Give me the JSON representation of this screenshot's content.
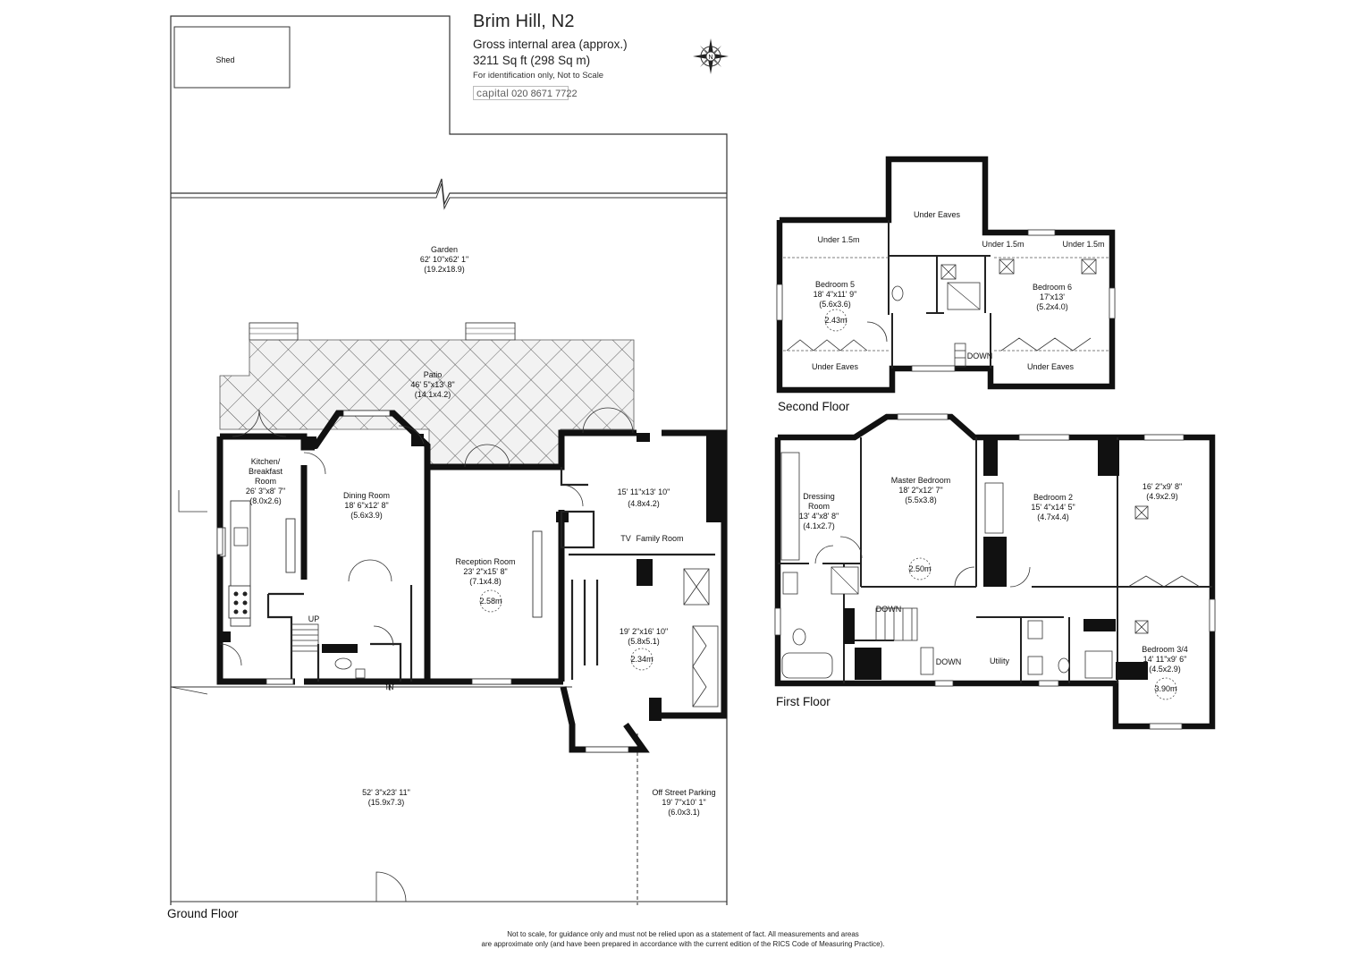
{
  "header": {
    "title": "Brim Hill, N2",
    "gross_area_label": "Gross internal area (approx.)",
    "area": "3211 Sq ft (298 Sq m)",
    "identification": "For identification only, Not to Scale",
    "brand_logo": "capital",
    "brand_phone": "020 8671 7722"
  },
  "compass": {
    "letter": "N",
    "icon": "compass-rose-icon"
  },
  "floors": {
    "ground": "Ground Floor",
    "first": "First Floor",
    "second": "Second Floor"
  },
  "rooms": {
    "shed": "Shed",
    "garden": [
      "Garden",
      "62' 10\"x62' 1\"",
      "(19.2x18.9)"
    ],
    "patio": [
      "Patio",
      "46' 5\"x13' 8\"",
      "(14.1x4.2)"
    ],
    "kitchen": [
      "Kitchen/",
      "Breakfast",
      "Room",
      "26' 3\"x8' 7\"",
      "(8.0x2.6)"
    ],
    "dining": [
      "Dining Room",
      "18' 6\"x12' 8\"",
      "(5.6x3.9)"
    ],
    "reception": [
      "Reception Room",
      "23' 2\"x15' 8\"",
      "(7.1x4.8)"
    ],
    "reception_height": "2.58m",
    "family_upper": [
      "15' 11\"x13' 10\"",
      "(4.8x4.2)"
    ],
    "tv": "TV",
    "family_room": "Family Room",
    "family_lower": [
      "19' 2\"x16' 10\"",
      "(5.8x5.1)"
    ],
    "family_height": "2.34m",
    "up": "UP",
    "in": "IN",
    "front": [
      "52' 3\"x23' 11\"",
      "(15.9x7.3)"
    ],
    "parking": [
      "Off Street Parking",
      "19' 7\"x10' 1\"",
      "(6.0x3.1)"
    ],
    "bedroom5": [
      "Bedroom 5",
      "18' 4\"x11' 9\"",
      "(5.6x3.6)"
    ],
    "bedroom5_height": "2.43m",
    "under_1_5m": "Under 1.5m",
    "under_eaves": "Under Eaves",
    "bedroom6": [
      "Bedroom 6",
      "17'x13'",
      "(5.2x4.0)"
    ],
    "down": "DOWN",
    "dressing": [
      "Dressing",
      "Room",
      "13' 4\"x8' 8\"",
      "(4.1x2.7)"
    ],
    "master": [
      "Master Bedroom",
      "18' 2\"x12' 7\"",
      "(5.5x3.8)"
    ],
    "master_height": "2.50m",
    "bedroom2": [
      "Bedroom 2",
      "15' 4\"x14' 5\"",
      "(4.7x4.4)"
    ],
    "room_16": [
      "16' 2\"x9' 8\"",
      "(4.9x2.9)"
    ],
    "bedroom34": [
      "Bedroom 3/4",
      "14' 11\"x9' 6\"",
      "(4.5x2.9)"
    ],
    "bedroom34_height": "3.90m",
    "utility": "Utility"
  },
  "disclaimer": [
    "Not to scale, for guidance only and must not be relied upon as a statement of fact.  All measurements and areas",
    "are approximate only (and have been prepared in accordance with the current edition of the RICS Code of Measuring Practice)."
  ]
}
